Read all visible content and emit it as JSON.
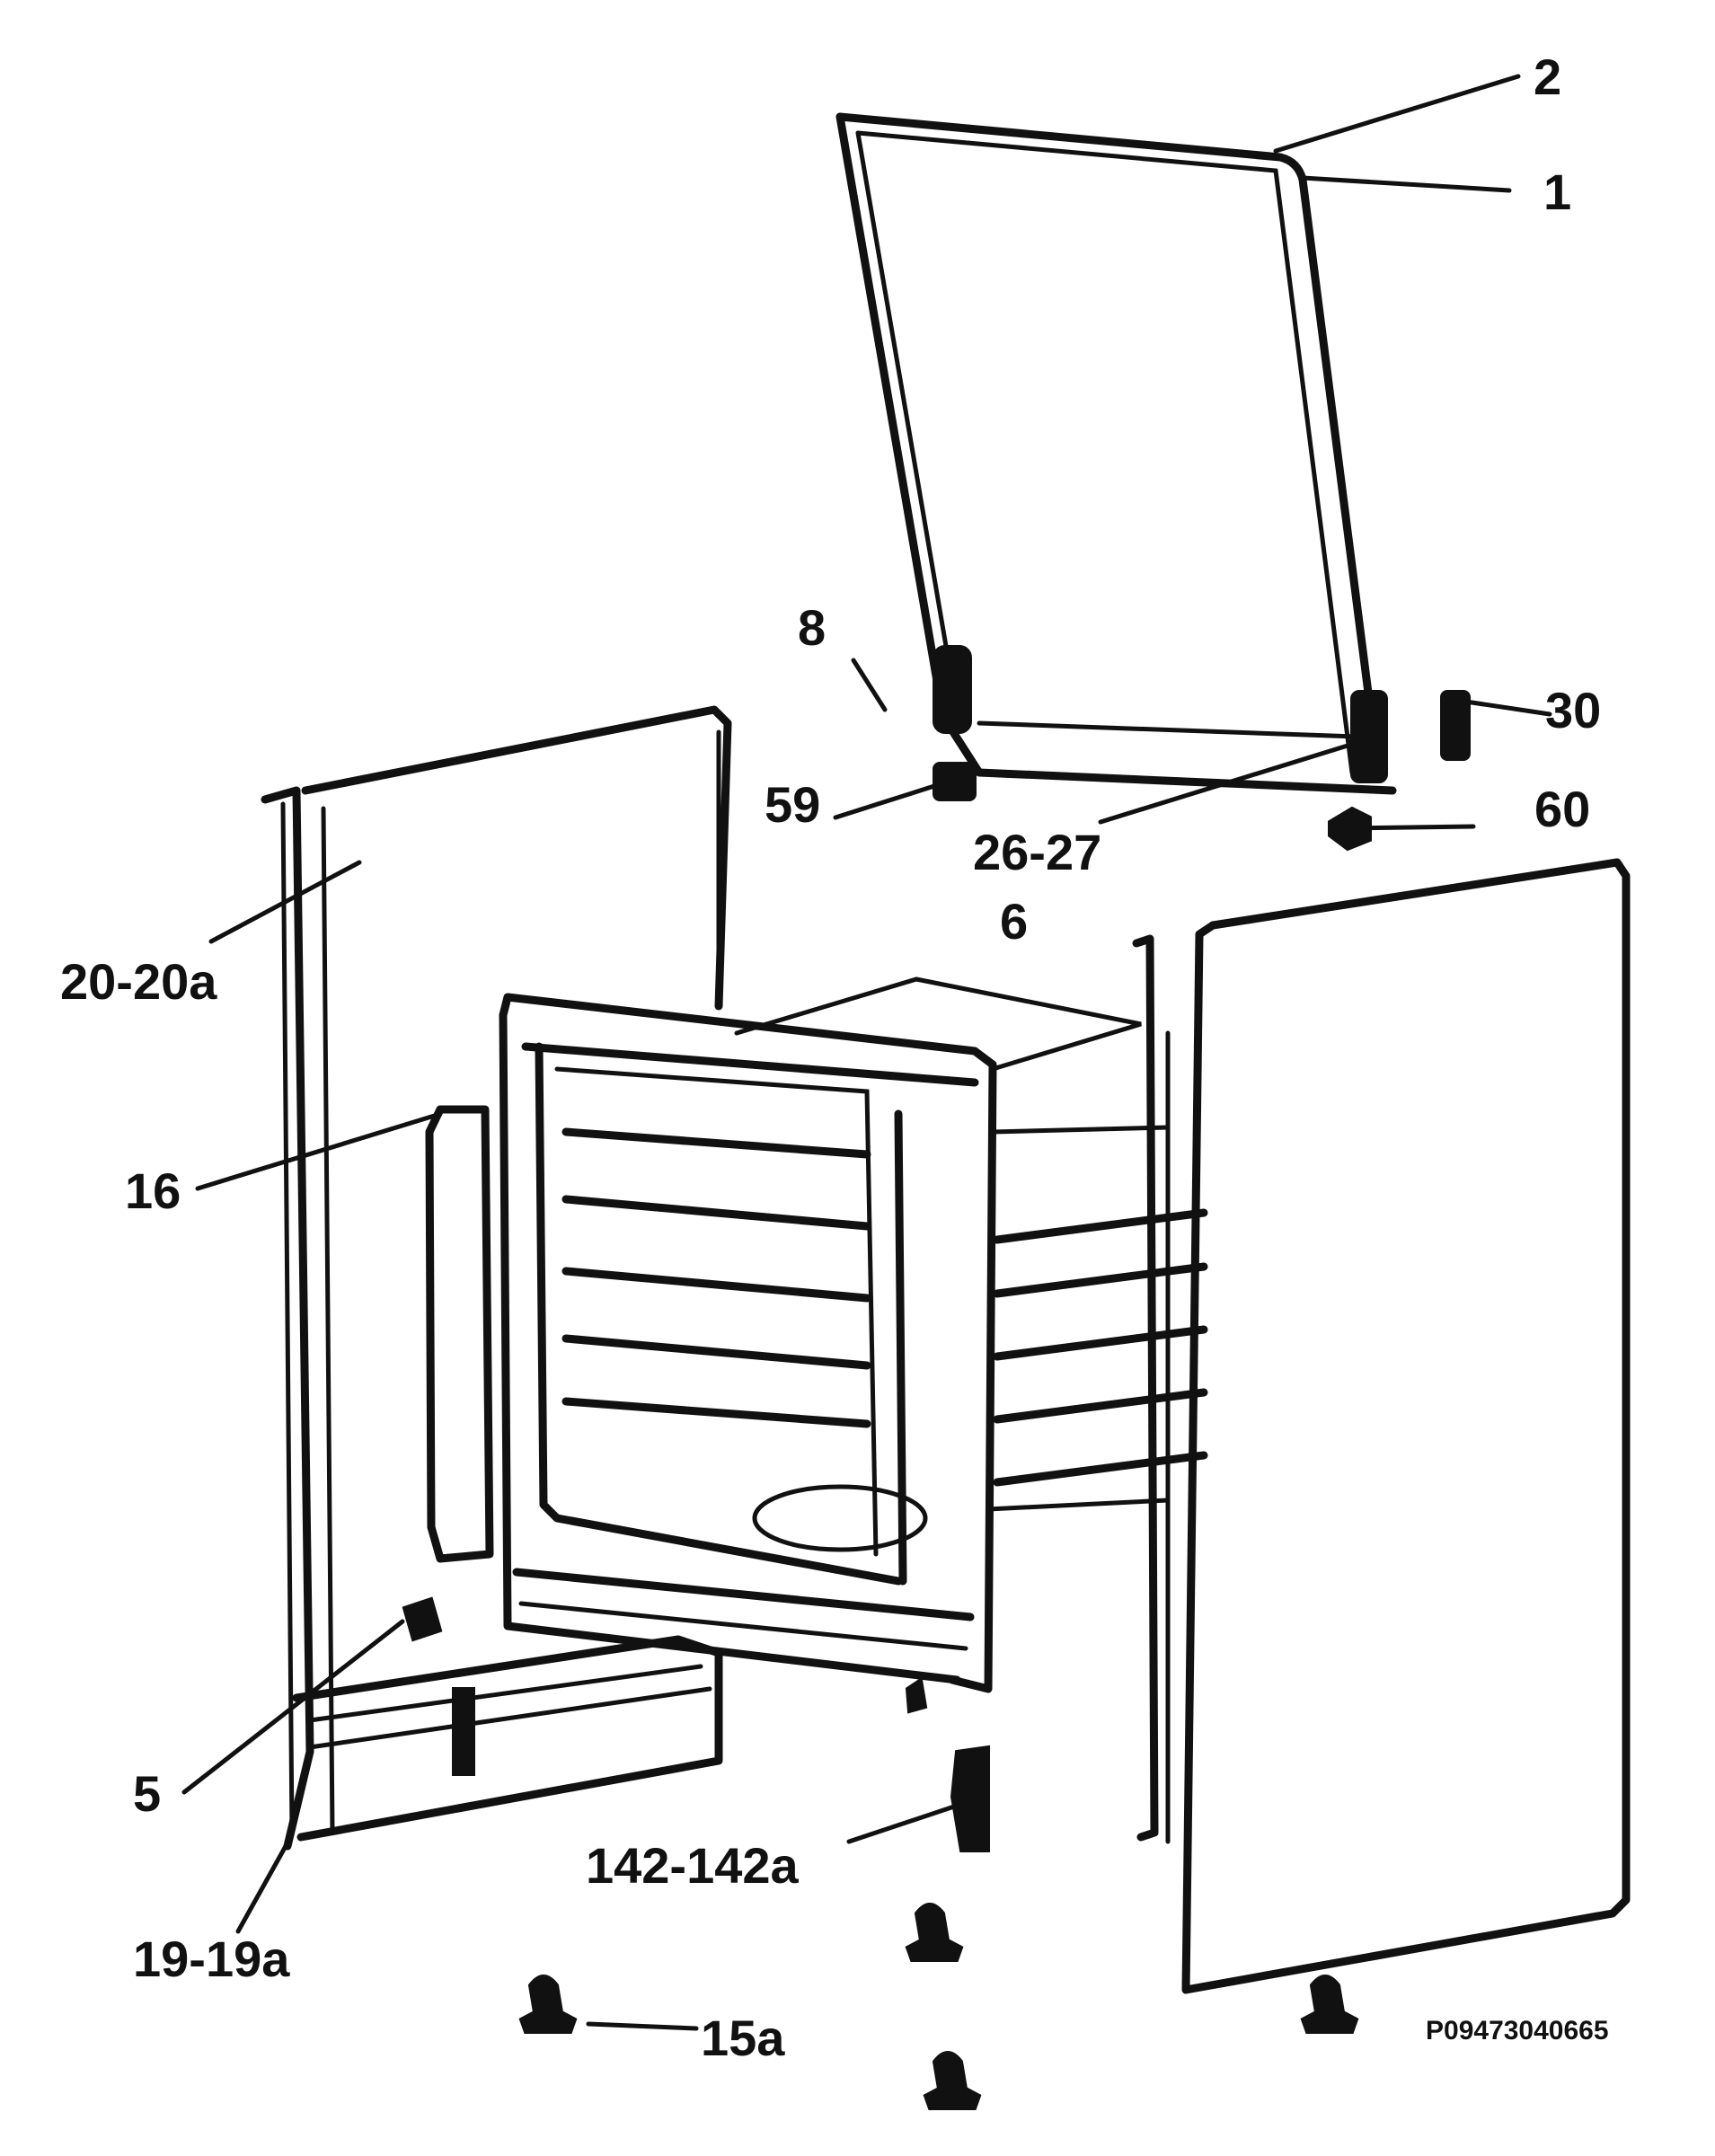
{
  "diagram": {
    "labels": {
      "l1": "1",
      "l2": "2",
      "l8": "8",
      "l30": "30",
      "l59": "59",
      "l60": "60",
      "l26_27": "26-27",
      "l6": "6",
      "l20_20a": "20-20a",
      "l16": "16",
      "l5": "5",
      "l142_142a": "142-142a",
      "l19_19a": "19-19a",
      "l15a": "15a"
    },
    "drawing_code": "P09473040665"
  }
}
